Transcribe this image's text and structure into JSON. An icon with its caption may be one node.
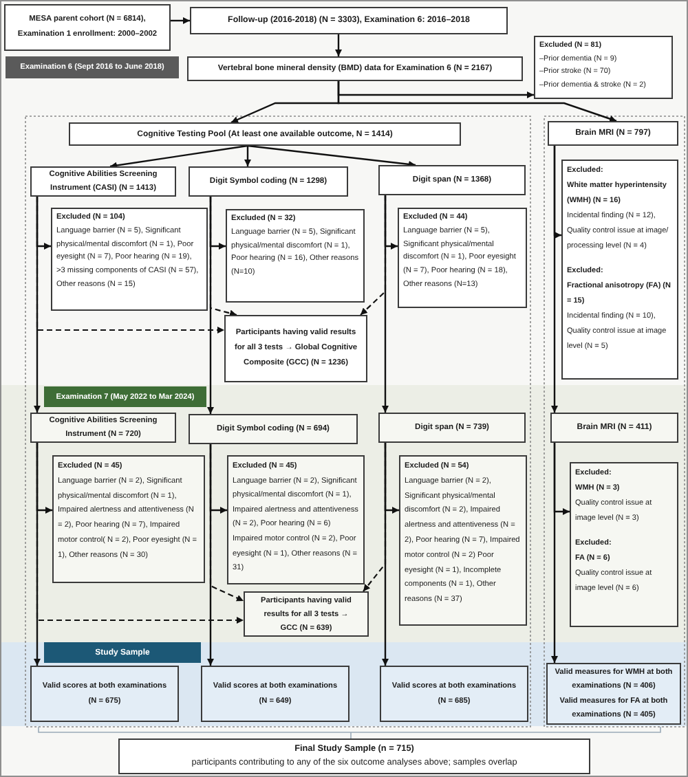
{
  "diagram": {
    "nodes": [
      {
        "text": [
          "MESA parent cohort (N = 6814), Examination 1 enrollment: 2000–2002"
        ]
      },
      {
        "text": [
          "Follow-up (2016-2018) (N = 3303), Examination 6: 2016–2018"
        ]
      },
      {
        "text": [
          "Examination 6 (Sept 2016 to June 2018)"
        ]
      },
      {
        "text": [
          "Vertebral bone mineral density (BMD) data for Examination 6 (N = 2167)"
        ]
      },
      {
        "text": [
          "Excluded (N = 81)",
          "–Prior dementia (N = 9)",
          "–Prior stroke (N = 70)",
          "–Prior dementia & stroke (N = 2)"
        ]
      },
      {
        "text": [
          "Cognitive Testing Pool (At least one available outcome, N = 1414)"
        ]
      },
      {
        "text": [
          "Brain MRI (N = 797)"
        ]
      },
      {
        "text": [
          "Cognitive Abilities Screening Instrument (CASI) (N = 1413)"
        ]
      },
      {
        "text": [
          "Digit Symbol coding (N = 1298)"
        ]
      },
      {
        "text": [
          "Digit span (N = 1368)"
        ]
      },
      {
        "text": [
          "Excluded (N = 104)",
          "Language barrier (N = 5), Significant physical/mental discomfort (N = 1), Poor eyesight (N = 7), Poor hearing (N = 19), >3 missing components of CASI (N = 57), Other reasons (N = 15)"
        ]
      },
      {
        "text": [
          "Excluded (N = 32)",
          "Language barrier (N = 5), Significant physical/mental discomfort (N = 1), Poor hearing (N = 16), Other reasons (N=10)"
        ]
      },
      {
        "text": [
          "Excluded (N = 44)",
          "Language barrier (N = 5), Significant physical/mental discomfort (N = 1), Poor eyesight (N = 7), Poor hearing (N = 18), Other reasons (N=13)"
        ]
      },
      {
        "text": [
          "Excluded:",
          "White matter hyperintensity (WMH) (N = 16)",
          "Incidental finding (N = 12), Quality control issue at image/ processing level (N = 4)",
          "Excluded:",
          "Fractional anisotropy (FA) (N = 15)",
          "Incidental finding (N = 10), Quality control issue at image level (N = 5)"
        ]
      },
      {
        "text": [
          "Participants having valid results for all 3 tests → Global Cognitive Composite (GCC) (N = 1236)"
        ]
      },
      {
        "text": [
          "Examination 7 (May 2022 to Mar 2024)"
        ]
      },
      {
        "text": [
          "Cognitive Abilities Screening Instrument (N = 720)"
        ]
      },
      {
        "text": [
          "Digit Symbol coding (N = 694)"
        ]
      },
      {
        "text": [
          "Digit span (N = 739)"
        ]
      },
      {
        "text": [
          "Brain MRI (N = 411)"
        ]
      },
      {
        "text": [
          "Excluded (N = 45)",
          "Language barrier (N = 2), Significant physical/mental discomfort (N = 1), Impaired alertness and attentiveness (N = 2), Poor hearing (N = 7), Impaired motor control( N = 2), Poor eyesight (N = 1), Other reasons (N = 30)"
        ]
      },
      {
        "text": [
          "Excluded (N = 45)",
          "Language barrier (N = 2), Significant physical/mental discomfort (N = 1), Impaired alertness and attentiveness (N = 2), Poor hearing (N = 6) Impaired motor control (N = 2), Poor eyesight (N = 1), Other reasons (N = 31)"
        ]
      },
      {
        "text": [
          "Excluded (N = 54)",
          "Language barrier (N = 2), Significant physical/mental discomfort (N = 2), Impaired alertness and attentiveness (N = 2), Poor hearing (N = 7), Impaired motor control (N = 2) Poor eyesight (N = 1), Incomplete components (N = 1), Other reasons (N = 37)"
        ]
      },
      {
        "text": [
          "Excluded:",
          "WMH (N = 3)",
          "Quality control issue at image level (N = 3)",
          "Excluded:",
          "FA (N = 6)",
          "Quality control issue at image level (N = 6)"
        ]
      },
      {
        "text": [
          "Participants having valid results for all 3 tests → GCC (N = 639)"
        ]
      },
      {
        "text": [
          "Study Sample"
        ]
      },
      {
        "text": [
          "Valid scores at both examinations (N = 675)"
        ]
      },
      {
        "text": [
          "Valid scores at both examinations (N = 649)"
        ]
      },
      {
        "text": [
          "Valid scores at both examinations (N = 685)"
        ]
      },
      {
        "text": [
          "Valid measures for WMH at both examinations (N = 406)",
          "Valid measures for FA at both examinations (N = 405)"
        ]
      },
      {
        "text": [
          "Final Study Sample (n = 715)",
          "participants contributing to any of the six outcome analyses above; samples overlap"
        ]
      }
    ],
    "edges": [
      {
        "from": 0,
        "to": 1,
        "arrow": "to"
      },
      {
        "from": 1,
        "to": 3,
        "arrow": "to"
      },
      {
        "from": 3,
        "to": 4,
        "arrow": "to"
      },
      {
        "from": 3,
        "to": 5,
        "arrow": "to"
      },
      {
        "from": 3,
        "to": 6,
        "arrow": "to"
      },
      {
        "from": 5,
        "to": 7,
        "arrow": "to"
      },
      {
        "from": 5,
        "to": 8,
        "arrow": "to"
      },
      {
        "from": 5,
        "to": 9,
        "arrow": "to"
      },
      {
        "from": 7,
        "to": 10,
        "arrow": "to"
      },
      {
        "from": 8,
        "to": 11,
        "arrow": "to"
      },
      {
        "from": 9,
        "to": 12,
        "arrow": "to"
      },
      {
        "from": 6,
        "to": 13,
        "arrow": "to"
      },
      {
        "from": 7,
        "to": 14,
        "arrow": "to",
        "style": "dashed"
      },
      {
        "from": 8,
        "to": 14,
        "arrow": "to",
        "style": "dashed"
      },
      {
        "from": 9,
        "to": 14,
        "arrow": "to",
        "style": "dashed"
      },
      {
        "from": 7,
        "to": 16,
        "arrow": "to"
      },
      {
        "from": 8,
        "to": 17,
        "arrow": "to"
      },
      {
        "from": 9,
        "to": 18,
        "arrow": "to"
      },
      {
        "from": 6,
        "to": 19,
        "arrow": "to"
      },
      {
        "from": 16,
        "to": 20,
        "arrow": "to"
      },
      {
        "from": 17,
        "to": 21,
        "arrow": "to"
      },
      {
        "from": 18,
        "to": 22,
        "arrow": "to"
      },
      {
        "from": 19,
        "to": 23,
        "arrow": "to"
      },
      {
        "from": 16,
        "to": 24,
        "arrow": "to",
        "style": "dashed"
      },
      {
        "from": 17,
        "to": 24,
        "arrow": "to",
        "style": "dashed"
      },
      {
        "from": 18,
        "to": 24,
        "arrow": "to",
        "style": "dashed"
      },
      {
        "from": 16,
        "to": 26,
        "arrow": "to"
      },
      {
        "from": 17,
        "to": 27,
        "arrow": "to"
      },
      {
        "from": 18,
        "to": 28,
        "arrow": "to"
      },
      {
        "from": 19,
        "to": 29,
        "arrow": "to"
      }
    ]
  }
}
